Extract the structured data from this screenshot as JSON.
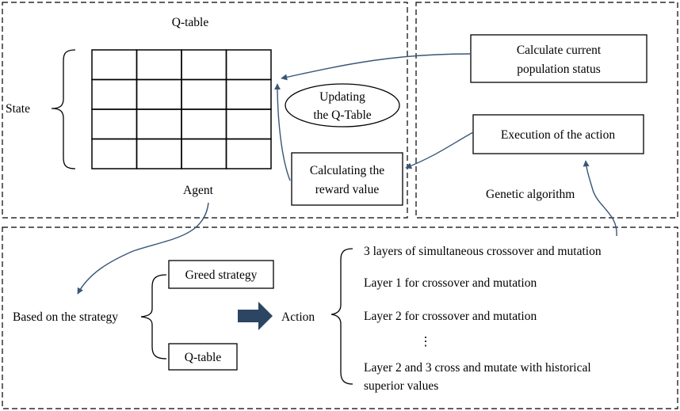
{
  "q_table": {
    "title": "Q-table",
    "rows": 4,
    "cols": 4,
    "state_label": "State",
    "agent_label": "Agent"
  },
  "updating": {
    "line1": "Updating",
    "line2": "the Q-Table"
  },
  "reward": {
    "line1": "Calculating the",
    "line2": "reward value"
  },
  "population": {
    "line1": "Calculate current",
    "line2": "population status"
  },
  "execution": {
    "label": "Execution of the action"
  },
  "genetic": {
    "label": "Genetic algorithm"
  },
  "strategy": {
    "label": "Based on the strategy",
    "greed": "Greed strategy",
    "qtable": "Q-table"
  },
  "action": {
    "label": "Action",
    "items": [
      "3 layers of simultaneous crossover and mutation",
      "Layer 1 for crossover and mutation",
      "Layer 2 for crossover and mutation",
      "Layer 2 and 3 cross and mutate with historical"
    ],
    "ellipsis": "⋮",
    "last_line2": "superior values"
  },
  "colors": {
    "arrow": "#3a5676",
    "block_arrow": "#2c4563",
    "line": "#000000"
  }
}
